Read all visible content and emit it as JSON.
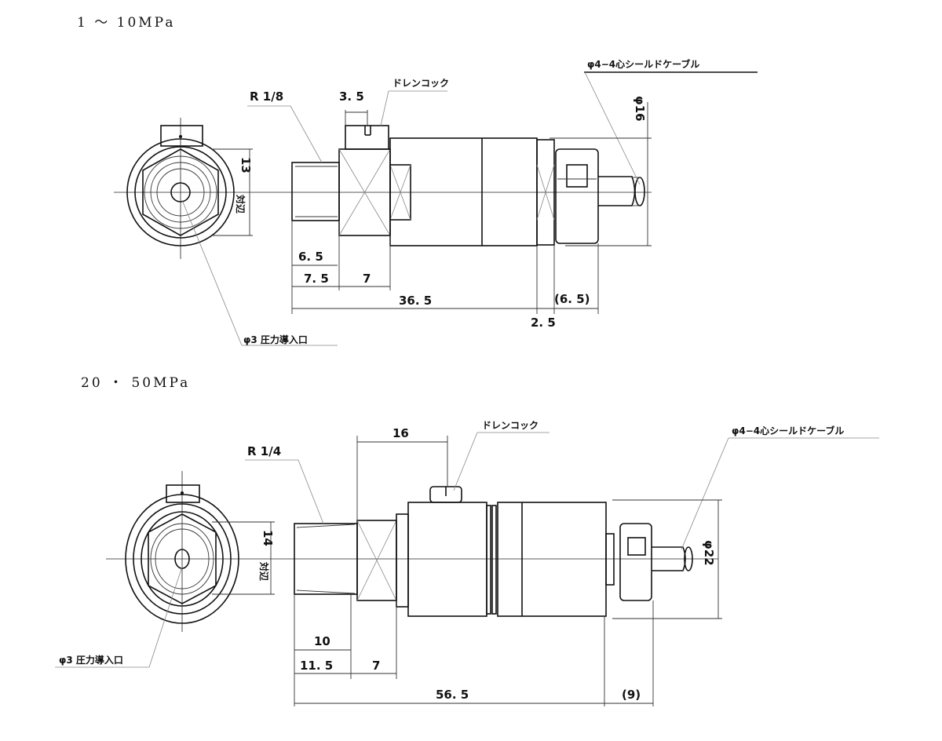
{
  "top": {
    "title": "1 〜 10MPa",
    "thread": "R 1/8",
    "drain": "ドレンコック",
    "cable": "φ4−4心シールドケーブル",
    "inlet": "φ3 圧力導入口",
    "across_flats_label": "対辺",
    "across_flats": "13",
    "diameter": "φ16",
    "dims": {
      "d35": "3. 5",
      "d65": "6. 5",
      "d75": "7. 5",
      "d7": "7",
      "d365": "36. 5",
      "d25": "2. 5",
      "d65p": "(6. 5)"
    }
  },
  "bottom": {
    "title": "20 ・ 50MPa",
    "thread": "R 1/4",
    "drain": "ドレンコック",
    "cable": "φ4−4心シールドケーブル",
    "inlet": "φ3 圧力導入口",
    "across_flats_label": "対辺",
    "across_flats": "14",
    "diameter": "φ22",
    "dims": {
      "d16": "16",
      "d10": "10",
      "d115": "11. 5",
      "d7": "7",
      "d565": "56. 5",
      "d9p": "(9)"
    }
  }
}
